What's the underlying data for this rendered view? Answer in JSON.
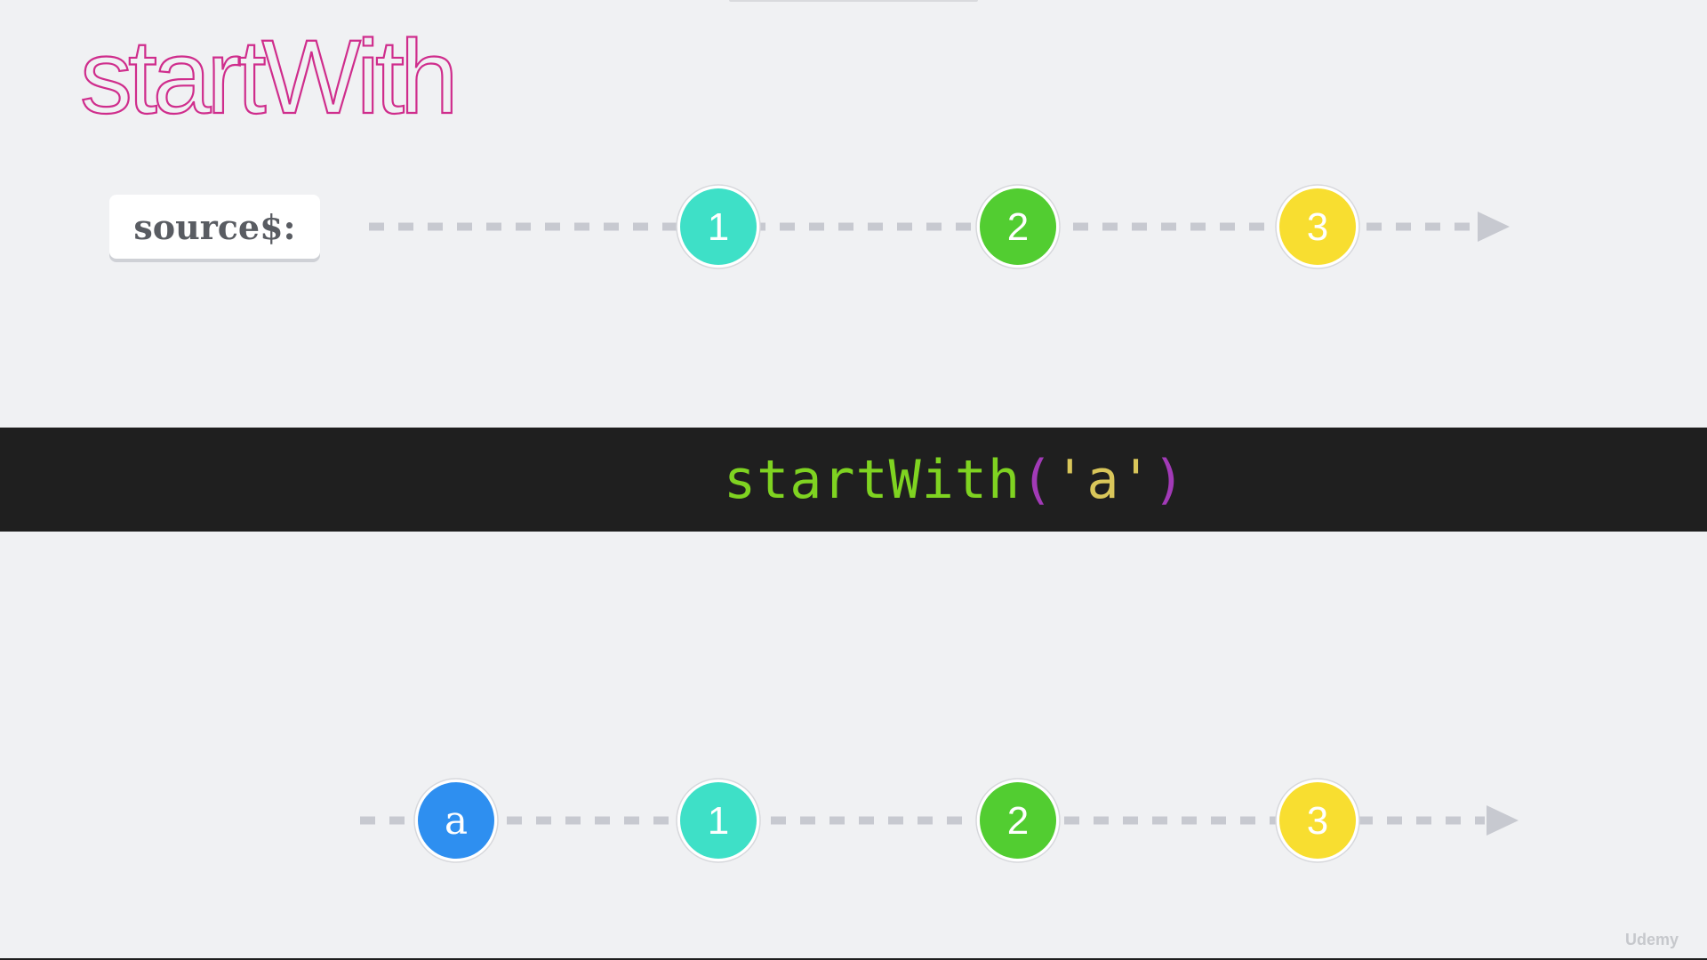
{
  "slide": {
    "title": "startWith",
    "source_label": "source$:",
    "watermark": "Udemy"
  },
  "operator": {
    "name": "startWith",
    "open_paren": "(",
    "argument": "'a'",
    "close_paren": ")",
    "colors": {
      "name": "#7fd321",
      "paren": "#a23ab7",
      "argument": "#d9c65a",
      "background": "#1f1f1f"
    }
  },
  "source_stream": {
    "marbles": [
      {
        "label": "1",
        "color": "#3ee0c7"
      },
      {
        "label": "2",
        "color": "#52cd31"
      },
      {
        "label": "3",
        "color": "#f8de30"
      }
    ]
  },
  "result_stream": {
    "marbles": [
      {
        "label": "a",
        "color": "#2e8ff0"
      },
      {
        "label": "1",
        "color": "#3ee0c7"
      },
      {
        "label": "2",
        "color": "#52cd31"
      },
      {
        "label": "3",
        "color": "#f8de30"
      }
    ]
  },
  "colors": {
    "title": "#cf2d8c",
    "timeline": "#c7c9d0",
    "background": "#f0f1f3"
  }
}
